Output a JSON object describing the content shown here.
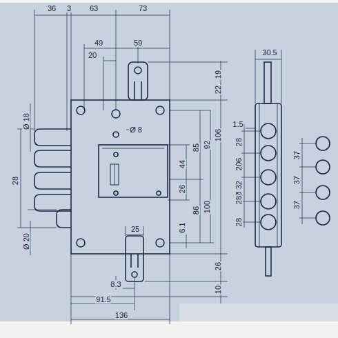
{
  "diagram": {
    "labels": [
      "36",
      "3",
      "63",
      "73",
      "49",
      "59",
      "20",
      "30.5",
      "19",
      "22",
      "Ø 18",
      "1.5",
      "106",
      "Ø 8",
      "85",
      "92",
      "28",
      "37",
      "44",
      "28",
      "206",
      "Ø 32",
      "28",
      "37",
      "26",
      "28",
      "37",
      "86",
      "100",
      "6.1",
      "25",
      "Ø 20",
      "26",
      "8.3",
      "91.5",
      "136",
      "10"
    ]
  }
}
